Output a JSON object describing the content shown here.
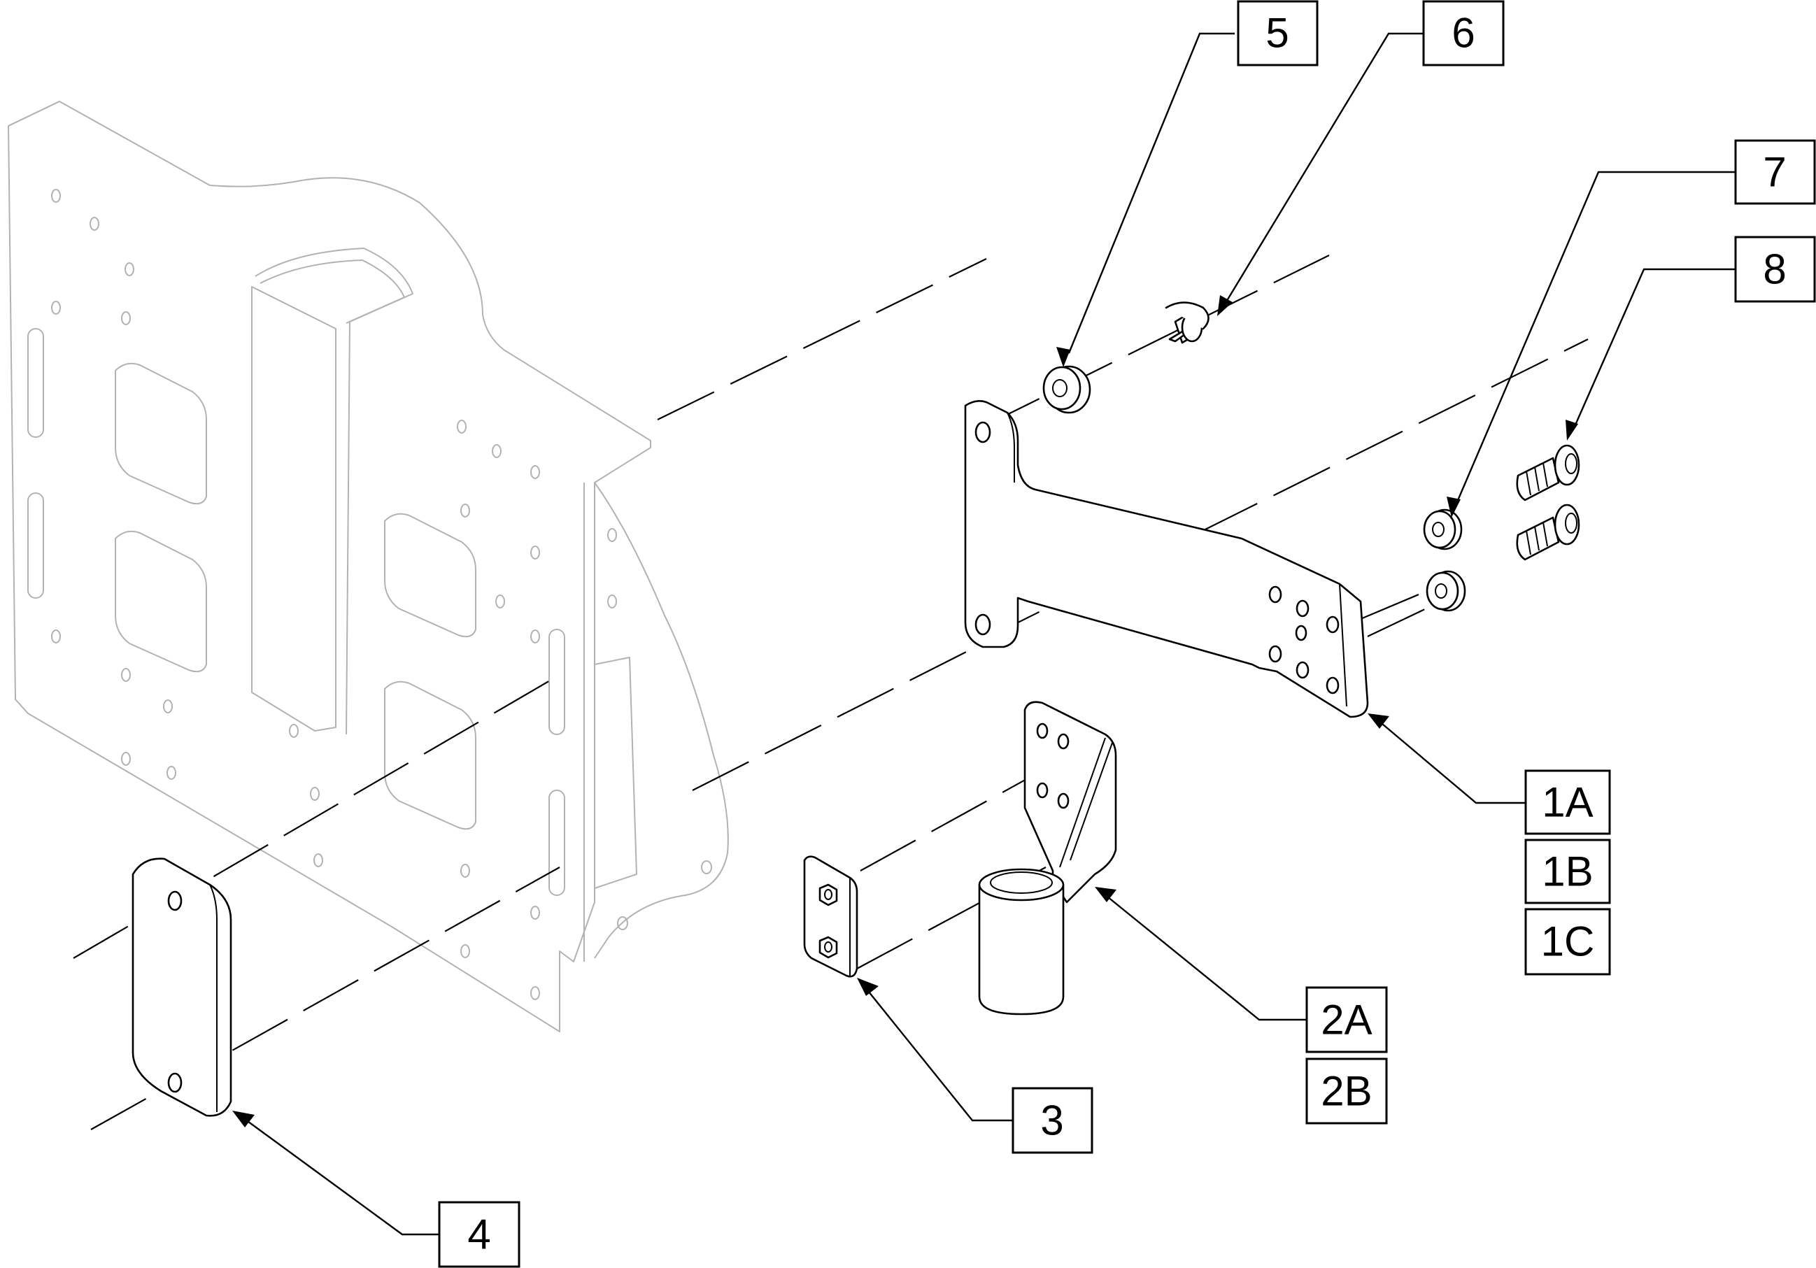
{
  "diagram": {
    "type": "exploded-parts-diagram",
    "part_labels": {
      "p1a": "1A",
      "p1b": "1B",
      "p1c": "1C",
      "p2a": "2A",
      "p2b": "2B",
      "p3": "3",
      "p4": "4",
      "p5": "5",
      "p6": "6",
      "p7": "7",
      "p8": "8"
    }
  }
}
